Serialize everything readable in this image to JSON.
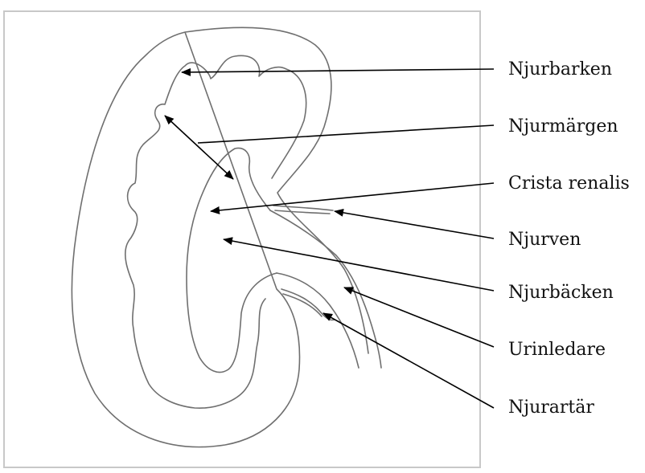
{
  "labels": {
    "njurbarken": "Njurbarken",
    "njurmargen": "Njurmärgen",
    "crista_renalis": "Crista renalis",
    "njurven": "Njurven",
    "njurbacken": "Njurbäcken",
    "urinledare": "Urinledare",
    "njurartar": "Njurartär"
  },
  "colors": {
    "frame": "#c8c8c8",
    "outline": "#6f6f6f",
    "arrow": "#000000",
    "text": "#111111"
  }
}
